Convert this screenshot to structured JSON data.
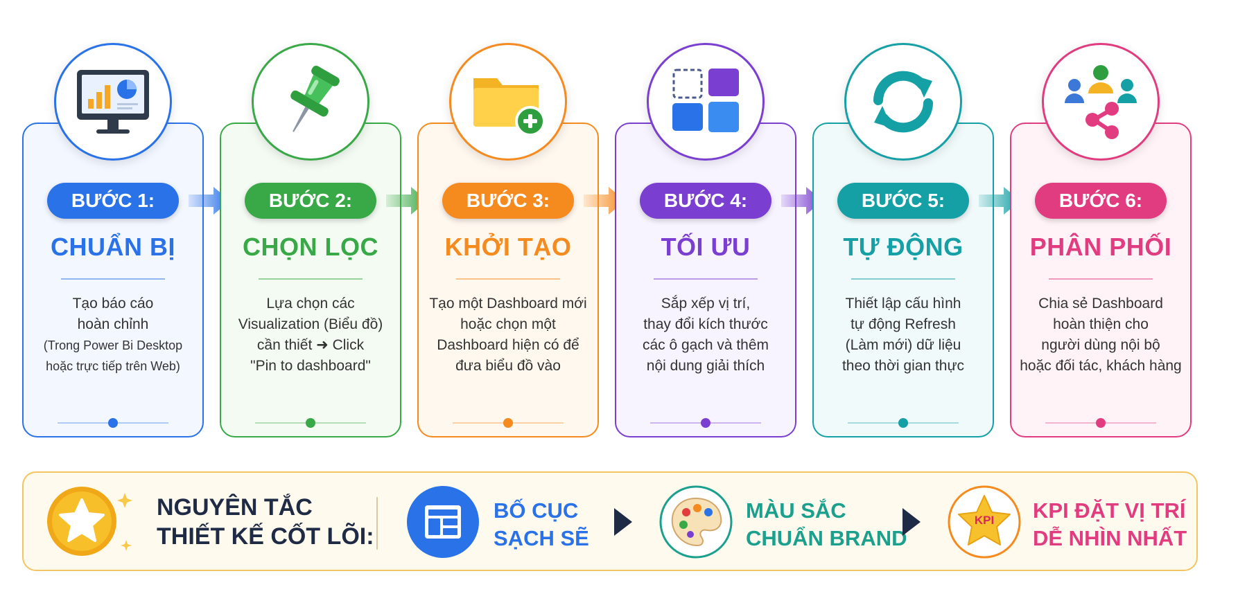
{
  "steps": [
    {
      "badge": "BƯỚC 1:",
      "title": "CHUẨN BỊ",
      "color": "#2a72e8",
      "light": "#f3f7ff",
      "icon": "monitor-chart-icon",
      "desc": [
        "Tạo báo cáo",
        "hoàn chỉnh",
        "(Trong Power Bi Desktop",
        "hoặc trực tiếp trên Web)"
      ]
    },
    {
      "badge": "BƯỚC 2:",
      "title": "CHỌN LỌC",
      "color": "#39a846",
      "light": "#f4fbf3",
      "icon": "pushpin-icon",
      "desc": [
        "Lựa chọn các",
        "Visualization (Biểu đồ)",
        "cần thiết ➜ Click",
        "\"Pin to dashboard\""
      ]
    },
    {
      "badge": "BƯỚC 3:",
      "title": "KHỞI TẠO",
      "color": "#f58a1f",
      "light": "#fff8ef",
      "icon": "folder-add-icon",
      "desc": [
        "Tạo một Dashboard mới",
        "hoặc chọn một",
        "Dashboard hiện có để",
        "đưa biểu đồ vào"
      ]
    },
    {
      "badge": "BƯỚC 4:",
      "title": "TỐI ƯU",
      "color": "#7a3fd0",
      "light": "#f8f4ff",
      "icon": "tiles-layout-icon",
      "desc": [
        "Sắp xếp vị trí,",
        "thay đổi kích thước",
        "các ô gạch và thêm",
        "nội dung giải thích"
      ]
    },
    {
      "badge": "BƯỚC 5:",
      "title": "TỰ ĐỘNG",
      "color": "#15a0a6",
      "light": "#f1fafa",
      "icon": "refresh-icon",
      "desc": [
        "Thiết lập cấu hình",
        "tự động Refresh",
        "(Làm mới) dữ liệu",
        "theo thời gian thực"
      ]
    },
    {
      "badge": "BƯỚC 6:",
      "title": "PHÂN PHỐI",
      "color": "#e23c80",
      "light": "#fff3f7",
      "icon": "share-users-icon",
      "desc": [
        "Chia sẻ Dashboard",
        "hoàn thiện cho",
        "người dùng nội bộ",
        "hoặc đối tác, khách hàng"
      ]
    }
  ],
  "principles": {
    "heading": [
      "NGUYÊN TẮC",
      "THIẾT KẾ CỐT LÕI:"
    ],
    "heading_icon": "star-icon",
    "items": [
      {
        "text": [
          "BỐ CỤC",
          "SẠCH SẼ"
        ],
        "color": "#2a72e8",
        "icon": "layout-grid-icon"
      },
      {
        "text": [
          "MÀU SẮC",
          "CHUẨN BRAND"
        ],
        "color": "#1aa08c",
        "icon": "color-palette-icon"
      },
      {
        "text": [
          "KPI ĐẶT VỊ TRÍ",
          "DỄ NHÌN NHẤT"
        ],
        "color": "#e23c80",
        "icon": "kpi-star-icon",
        "icon_label": "KPI"
      }
    ]
  }
}
